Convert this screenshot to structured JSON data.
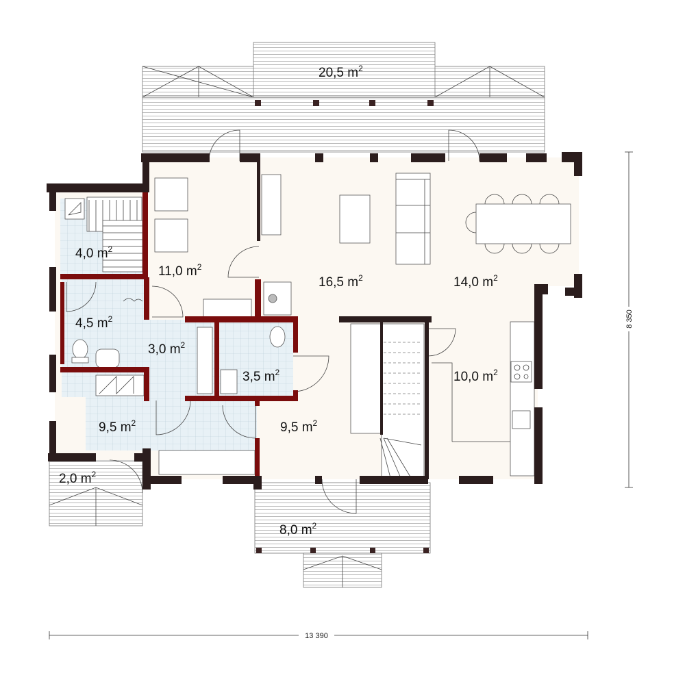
{
  "plan": {
    "colors": {
      "interior_wall": "#7a0c0c",
      "exterior_wall": "#2b1d1d",
      "living_floor": "#fcf8f2",
      "wet_floor": "#e8f1f6",
      "deck_lines": "#888888"
    },
    "area_unit": "m",
    "area_unit_exponent": "2",
    "rooms": [
      {
        "id": "top-terrace",
        "area": "20,5"
      },
      {
        "id": "lounge",
        "area": "11,0"
      },
      {
        "id": "sauna",
        "area": "4,0"
      },
      {
        "id": "washroom",
        "area": "4,5"
      },
      {
        "id": "shower",
        "area": "3,0"
      },
      {
        "id": "wc",
        "area": "3,5"
      },
      {
        "id": "utility",
        "area": "9,5"
      },
      {
        "id": "hall",
        "area": "9,5"
      },
      {
        "id": "living-room",
        "area": "16,5"
      },
      {
        "id": "dining-room",
        "area": "14,0"
      },
      {
        "id": "kitchen",
        "area": "10,0"
      },
      {
        "id": "side-porch",
        "area": "2,0"
      },
      {
        "id": "front-porch",
        "area": "8,0"
      }
    ],
    "dimensions": {
      "width": "13 390",
      "depth": "8 350"
    }
  }
}
